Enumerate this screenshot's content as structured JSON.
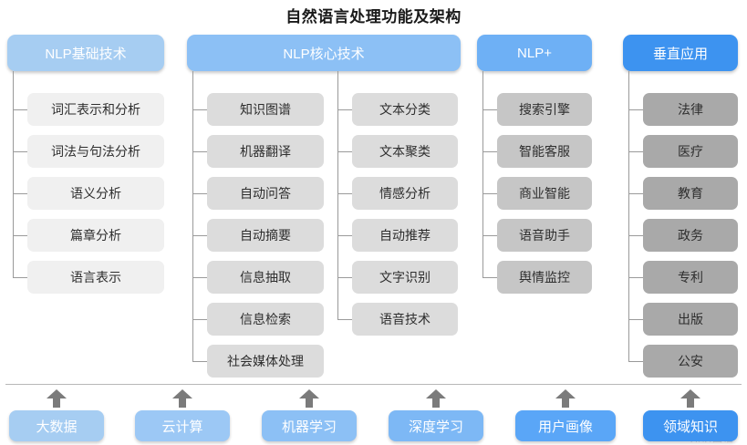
{
  "title": "自然语言处理功能及架构",
  "colors": {
    "header_col1": "#a6cdf2",
    "header_col2": "#8cc0f5",
    "header_col3": "#6eb0f5",
    "header_col4": "#3d93f0",
    "card_col1": "#f0f0f0",
    "card_col2": "#dcdcdc",
    "card_col3": "#c6c6c6",
    "card_col4": "#a9a9a9",
    "connector": "#9a9a9a",
    "arrow": "#7b7b7b",
    "divider": "#b8b8b8",
    "title_color": "#1a1a1a"
  },
  "columns": [
    {
      "id": "nlp-basic",
      "header": "NLP基础技术",
      "groups": [
        {
          "id": "nlp-basic-list",
          "items": [
            "词汇表示和分析",
            "词法与句法分析",
            "语义分析",
            "篇章分析",
            "语言表示"
          ]
        }
      ]
    },
    {
      "id": "nlp-core",
      "header": "NLP核心技术",
      "groups": [
        {
          "id": "nlp-core-left",
          "items": [
            "知识图谱",
            "机器翻译",
            "自动问答",
            "自动摘要",
            "信息抽取",
            "信息检索",
            "社会媒体处理"
          ]
        },
        {
          "id": "nlp-core-right",
          "items": [
            "文本分类",
            "文本聚类",
            "情感分析",
            "自动推荐",
            "文字识别",
            "语音技术"
          ]
        }
      ]
    },
    {
      "id": "nlp-plus",
      "header": "NLP+",
      "groups": [
        {
          "id": "nlp-plus-list",
          "items": [
            "搜索引擎",
            "智能客服",
            "商业智能",
            "语音助手",
            "舆情监控"
          ]
        }
      ]
    },
    {
      "id": "vertical-apps",
      "header": "垂直应用",
      "groups": [
        {
          "id": "vertical-apps-list",
          "items": [
            "法律",
            "医疗",
            "教育",
            "政务",
            "专利",
            "出版",
            "公安"
          ]
        }
      ]
    }
  ],
  "foundation": {
    "items": [
      {
        "label": "大数据",
        "color": "#a6cdf2"
      },
      {
        "label": "云计算",
        "color": "#9cc8f5"
      },
      {
        "label": "机器学习",
        "color": "#8cc0f5"
      },
      {
        "label": "深度学习",
        "color": "#7db8f5"
      },
      {
        "label": "用户画像",
        "color": "#5aa6f7"
      },
      {
        "label": "领域知识",
        "color": "#3d93f0"
      }
    ]
  },
  "watermark": "知识图谱"
}
